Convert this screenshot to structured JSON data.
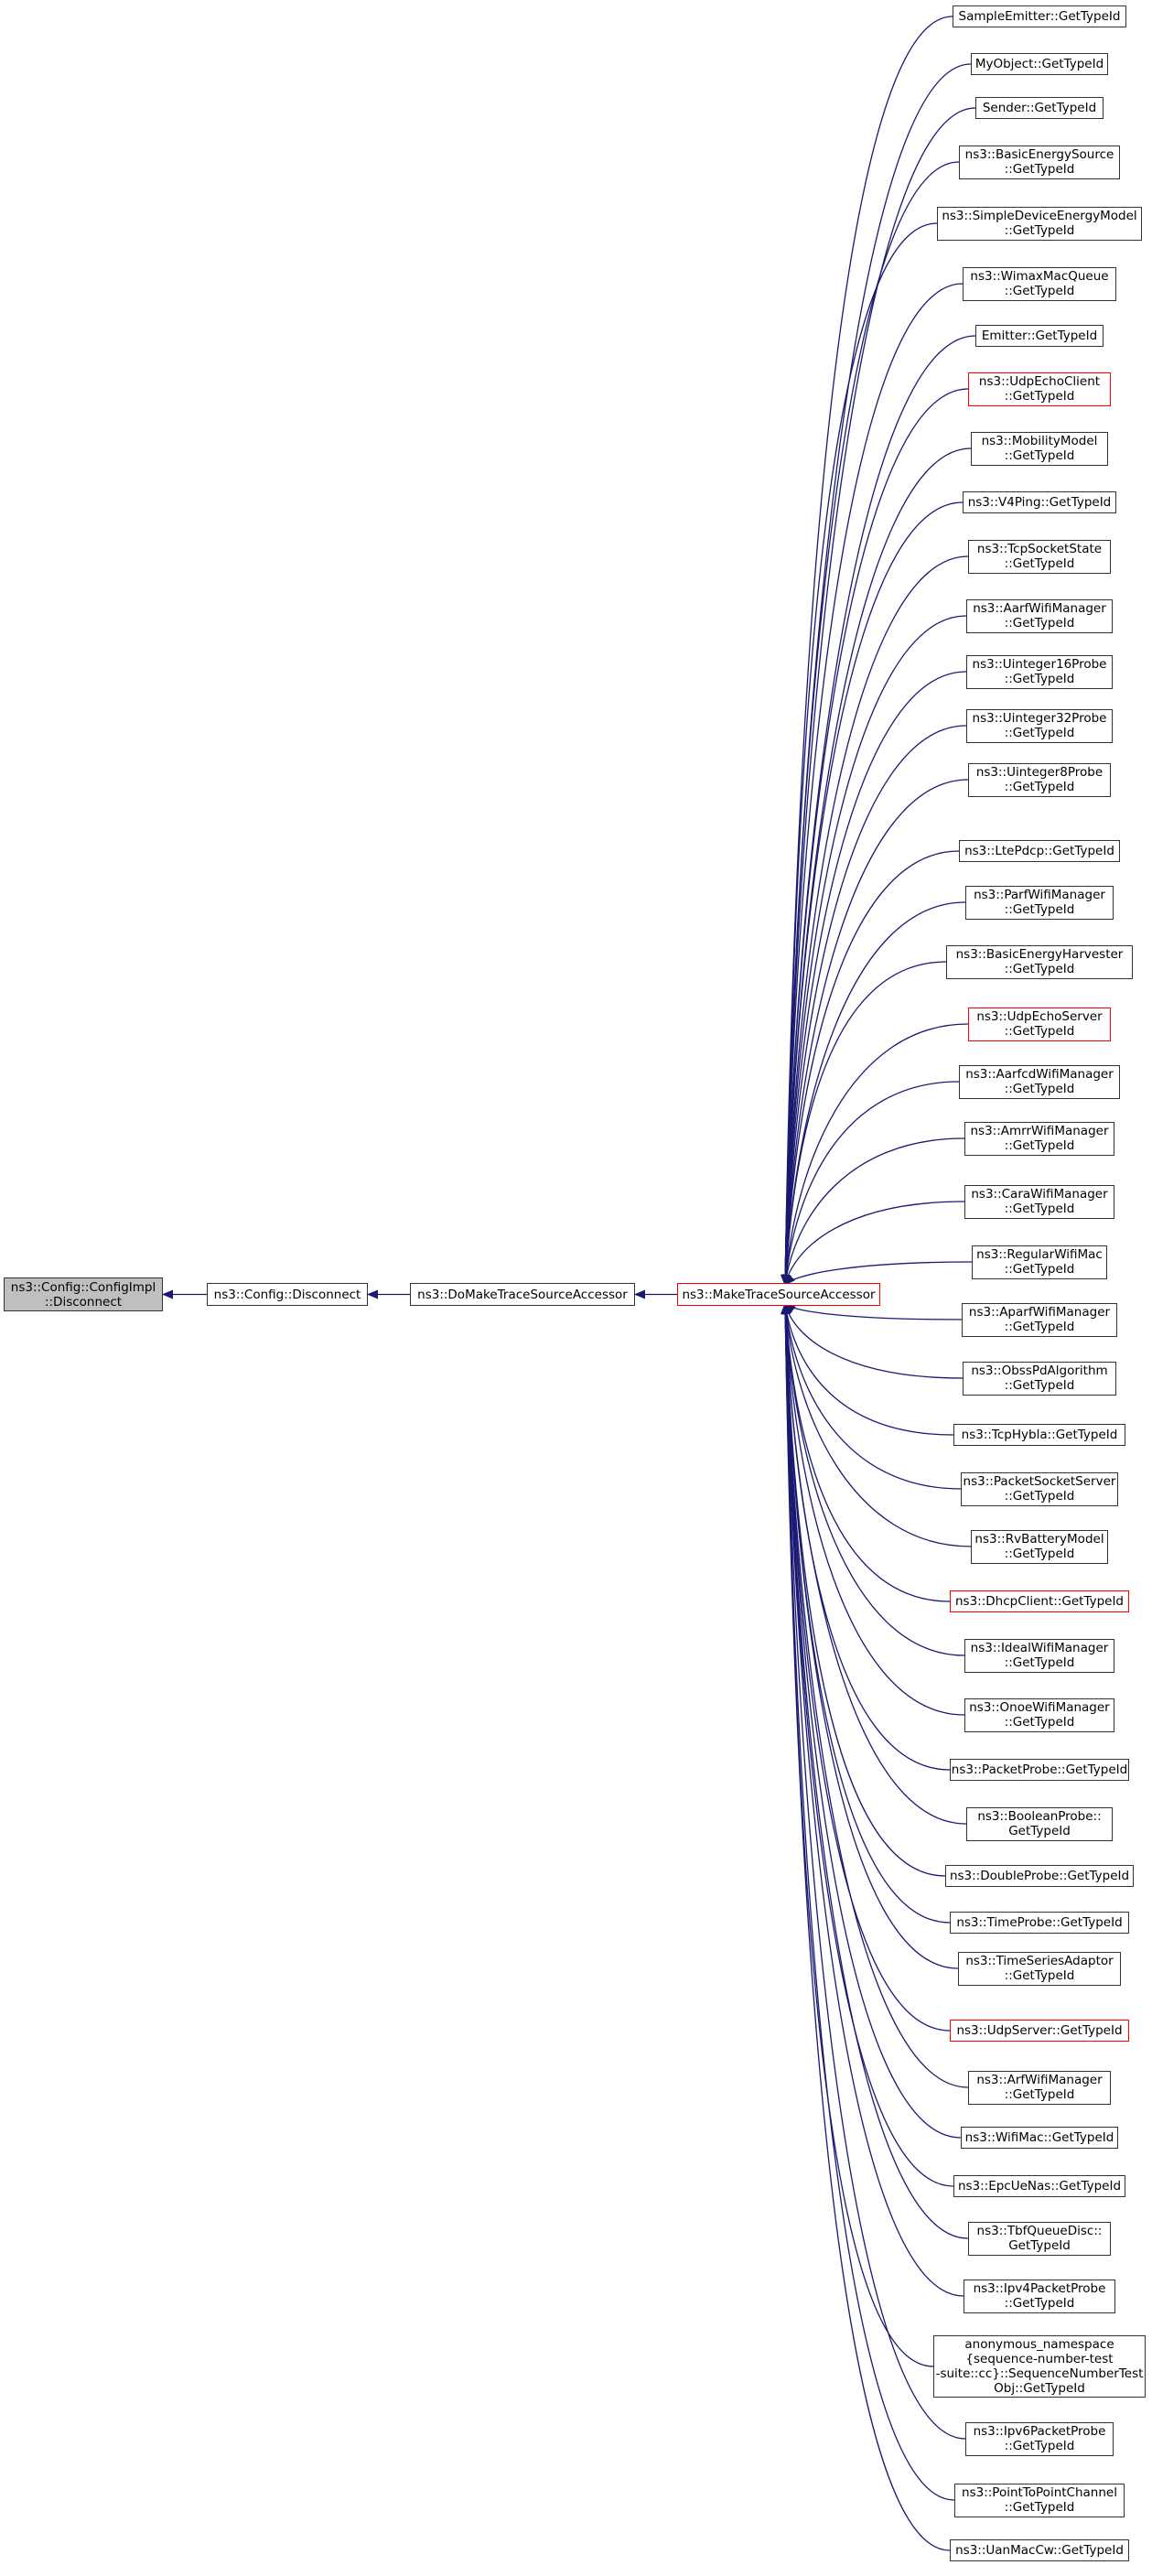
{
  "colors": {
    "edge": "#191970",
    "border": "#333333",
    "highlight_border": "#ff0000",
    "root_fill": "#bfbfbf"
  },
  "chain": [
    {
      "id": "configimpl-disconnect",
      "lines": [
        "ns3::Config::ConfigImpl",
        "::Disconnect"
      ],
      "style": "root"
    },
    {
      "id": "config-disconnect",
      "lines": [
        "ns3::Config::Disconnect"
      ],
      "style": "normal"
    },
    {
      "id": "domaketracesourceaccessor",
      "lines": [
        "ns3::DoMakeTraceSourceAccessor"
      ],
      "style": "normal"
    },
    {
      "id": "maketracesourceaccessor",
      "lines": [
        "ns3::MakeTraceSourceAccessor"
      ],
      "style": "red"
    }
  ],
  "callers": [
    {
      "lines": [
        "SampleEmitter::GetTypeId"
      ],
      "style": "normal"
    },
    {
      "lines": [
        "MyObject::GetTypeId"
      ],
      "style": "normal"
    },
    {
      "lines": [
        "Sender::GetTypeId"
      ],
      "style": "normal"
    },
    {
      "lines": [
        "ns3::BasicEnergySource",
        "::GetTypeId"
      ],
      "style": "normal"
    },
    {
      "lines": [
        "ns3::SimpleDeviceEnergyModel",
        "::GetTypeId"
      ],
      "style": "normal"
    },
    {
      "lines": [
        "ns3::WimaxMacQueue",
        "::GetTypeId"
      ],
      "style": "normal"
    },
    {
      "lines": [
        "Emitter::GetTypeId"
      ],
      "style": "normal"
    },
    {
      "lines": [
        "ns3::UdpEchoClient",
        "::GetTypeId"
      ],
      "style": "red"
    },
    {
      "lines": [
        "ns3::MobilityModel",
        "::GetTypeId"
      ],
      "style": "normal"
    },
    {
      "lines": [
        "ns3::V4Ping::GetTypeId"
      ],
      "style": "normal"
    },
    {
      "lines": [
        "ns3::TcpSocketState",
        "::GetTypeId"
      ],
      "style": "normal"
    },
    {
      "lines": [
        "ns3::AarfWifiManager",
        "::GetTypeId"
      ],
      "style": "normal"
    },
    {
      "lines": [
        "ns3::Uinteger16Probe",
        "::GetTypeId"
      ],
      "style": "normal"
    },
    {
      "lines": [
        "ns3::Uinteger32Probe",
        "::GetTypeId"
      ],
      "style": "normal"
    },
    {
      "lines": [
        "ns3::Uinteger8Probe",
        "::GetTypeId"
      ],
      "style": "normal"
    },
    {
      "lines": [
        "ns3::LtePdcp::GetTypeId"
      ],
      "style": "normal"
    },
    {
      "lines": [
        "ns3::ParfWifiManager",
        "::GetTypeId"
      ],
      "style": "normal"
    },
    {
      "lines": [
        "ns3::BasicEnergyHarvester",
        "::GetTypeId"
      ],
      "style": "normal"
    },
    {
      "lines": [
        "ns3::UdpEchoServer",
        "::GetTypeId"
      ],
      "style": "red"
    },
    {
      "lines": [
        "ns3::AarfcdWifiManager",
        "::GetTypeId"
      ],
      "style": "normal"
    },
    {
      "lines": [
        "ns3::AmrrWifiManager",
        "::GetTypeId"
      ],
      "style": "normal"
    },
    {
      "lines": [
        "ns3::CaraWifiManager",
        "::GetTypeId"
      ],
      "style": "normal"
    },
    {
      "lines": [
        "ns3::RegularWifiMac",
        "::GetTypeId"
      ],
      "style": "normal"
    },
    {
      "lines": [
        "ns3::AparfWifiManager",
        "::GetTypeId"
      ],
      "style": "normal"
    },
    {
      "lines": [
        "ns3::ObssPdAlgorithm",
        "::GetTypeId"
      ],
      "style": "normal"
    },
    {
      "lines": [
        "ns3::TcpHybla::GetTypeId"
      ],
      "style": "normal"
    },
    {
      "lines": [
        "ns3::PacketSocketServer",
        "::GetTypeId"
      ],
      "style": "normal"
    },
    {
      "lines": [
        "ns3::RvBatteryModel",
        "::GetTypeId"
      ],
      "style": "normal"
    },
    {
      "lines": [
        "ns3::DhcpClient::GetTypeId"
      ],
      "style": "red"
    },
    {
      "lines": [
        "ns3::IdealWifiManager",
        "::GetTypeId"
      ],
      "style": "normal"
    },
    {
      "lines": [
        "ns3::OnoeWifiManager",
        "::GetTypeId"
      ],
      "style": "normal"
    },
    {
      "lines": [
        "ns3::PacketProbe::GetTypeId"
      ],
      "style": "normal"
    },
    {
      "lines": [
        "ns3::BooleanProbe::",
        "GetTypeId"
      ],
      "style": "normal"
    },
    {
      "lines": [
        "ns3::DoubleProbe::GetTypeId"
      ],
      "style": "normal"
    },
    {
      "lines": [
        "ns3::TimeProbe::GetTypeId"
      ],
      "style": "normal"
    },
    {
      "lines": [
        "ns3::TimeSeriesAdaptor",
        "::GetTypeId"
      ],
      "style": "normal"
    },
    {
      "lines": [
        "ns3::UdpServer::GetTypeId"
      ],
      "style": "red"
    },
    {
      "lines": [
        "ns3::ArfWifiManager",
        "::GetTypeId"
      ],
      "style": "normal"
    },
    {
      "lines": [
        "ns3::WifiMac::GetTypeId"
      ],
      "style": "normal"
    },
    {
      "lines": [
        "ns3::EpcUeNas::GetTypeId"
      ],
      "style": "normal"
    },
    {
      "lines": [
        "ns3::TbfQueueDisc::",
        "GetTypeId"
      ],
      "style": "normal"
    },
    {
      "lines": [
        "ns3::Ipv4PacketProbe",
        "::GetTypeId"
      ],
      "style": "normal"
    },
    {
      "lines": [
        "anonymous_namespace",
        "{sequence-number-test",
        "-suite::cc}::SequenceNumberTest",
        "Obj::GetTypeId"
      ],
      "style": "normal"
    },
    {
      "lines": [
        "ns3::Ipv6PacketProbe",
        "::GetTypeId"
      ],
      "style": "normal"
    },
    {
      "lines": [
        "ns3::PointToPointChannel",
        "::GetTypeId"
      ],
      "style": "normal"
    },
    {
      "lines": [
        "ns3::UanMacCw::GetTypeId"
      ],
      "style": "normal"
    }
  ]
}
